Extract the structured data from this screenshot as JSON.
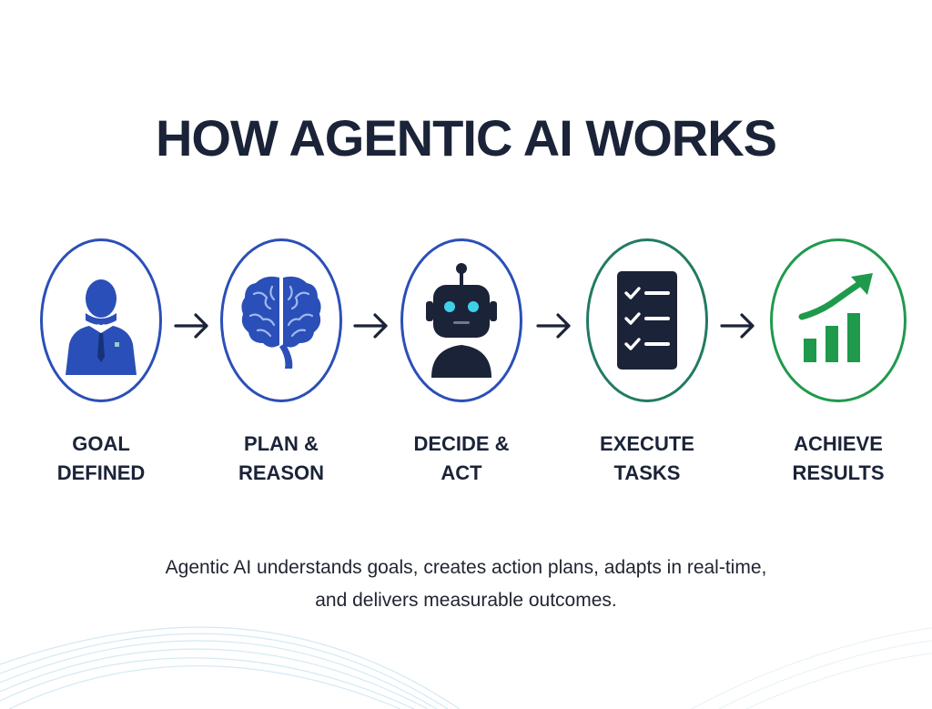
{
  "title": "HOW AGENTIC AI WORKS",
  "steps": [
    {
      "line1": "GOAL",
      "line2": "DEFINED",
      "icon": "businessman-icon",
      "color": "#2b4fb8"
    },
    {
      "line1": "PLAN &",
      "line2": "REASON",
      "icon": "brain-icon",
      "color": "#2b4fb8"
    },
    {
      "line1": "DECIDE &",
      "line2": "ACT",
      "icon": "robot-icon",
      "color": "#1b2338"
    },
    {
      "line1": "EXECUTE",
      "line2": "TASKS",
      "icon": "checklist-icon",
      "color": "#227a63"
    },
    {
      "line1": "ACHIEVE",
      "line2": "RESULTS",
      "icon": "growth-chart-icon",
      "color": "#1f9a4c"
    }
  ],
  "caption": {
    "line1": "Agentic AI understands goals, creates action plans, adapts in real-time,",
    "line2": "and delivers measurable outcomes."
  },
  "colors": {
    "title": "#1b2338",
    "blue": "#2b4fb8",
    "navy": "#1b2338",
    "teal": "#227a63",
    "green": "#1f9a4c",
    "robot_eyes": "#3fd0e8"
  }
}
